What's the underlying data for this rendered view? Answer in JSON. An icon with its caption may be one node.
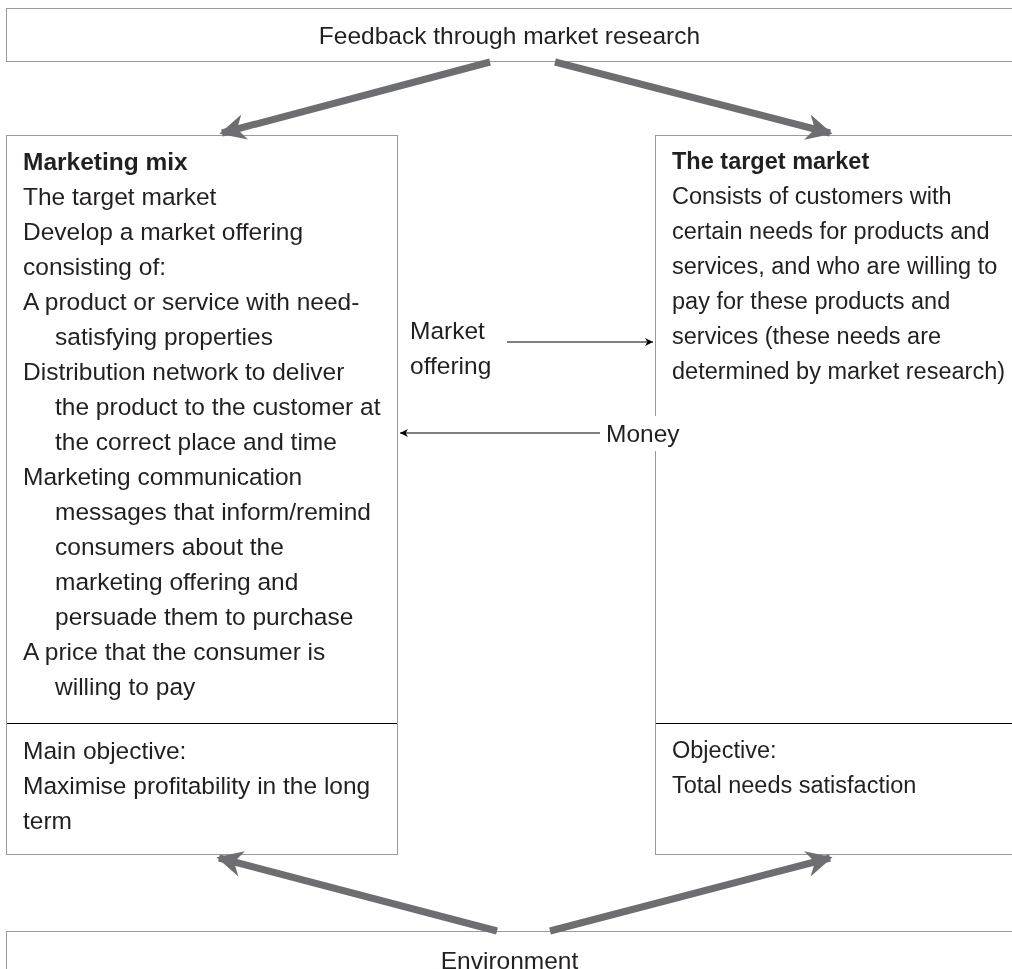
{
  "diagram": {
    "nodes": [
      {
        "text": [
          "Feedback through market research"
        ]
      },
      {
        "text": [
          "Marketing mix",
          "The target market",
          "Develop a market offering consisting of:",
          "A product or service with need-satisfying properties",
          "Distribution network to deliver the product to the customer at the correct place and time",
          "Marketing communication messages that inform/remind consumers about the marketing offering and persuade them to purchase",
          "A price that the consumer is willing to pay"
        ]
      },
      {
        "text": [
          "Main objective:",
          "Maximise profitability in the long term"
        ],
        "in": 1
      },
      {
        "text": [
          "The target market",
          "Consists of customers with certain needs for products and services, and who are willing to pay for these products and services (these needs are determined by market research)"
        ]
      },
      {
        "text": [
          "Objective:",
          "Total needs satisfaction"
        ],
        "in": 3
      },
      {
        "text": [
          "Market offering"
        ]
      },
      {
        "text": [
          "Money"
        ]
      },
      {
        "text": [
          "Environment"
        ]
      }
    ],
    "edges": [
      {
        "from": 0,
        "to": 1,
        "arrow": "to"
      },
      {
        "from": 0,
        "to": 3,
        "arrow": "to"
      },
      {
        "from": 5,
        "to": 3,
        "arrow": "to",
        "color": "#000000"
      },
      {
        "from": 6,
        "to": 1,
        "arrow": "to",
        "color": "#000000"
      },
      {
        "from": 7,
        "to": 1,
        "arrow": "to"
      },
      {
        "from": 7,
        "to": 3,
        "arrow": "to"
      }
    ]
  }
}
